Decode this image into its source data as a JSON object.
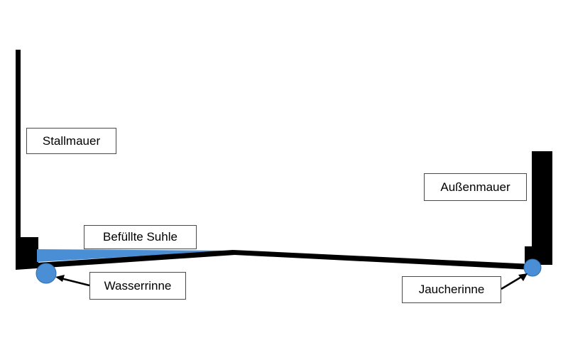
{
  "labels": {
    "stallmauer": "Stallmauer",
    "aussenmauer": "Außenmauer",
    "befuellte_suhle": "Befüllte Suhle",
    "wasserrinne": "Wasserrinne",
    "jaucherinne": "Jaucherinne"
  },
  "colors": {
    "wall": "#000000",
    "water": "#4a8fd6",
    "gutter_fill": "#4a8fd6",
    "gutter_stroke": "#2f6db0",
    "box_border": "#4a4a4a"
  }
}
